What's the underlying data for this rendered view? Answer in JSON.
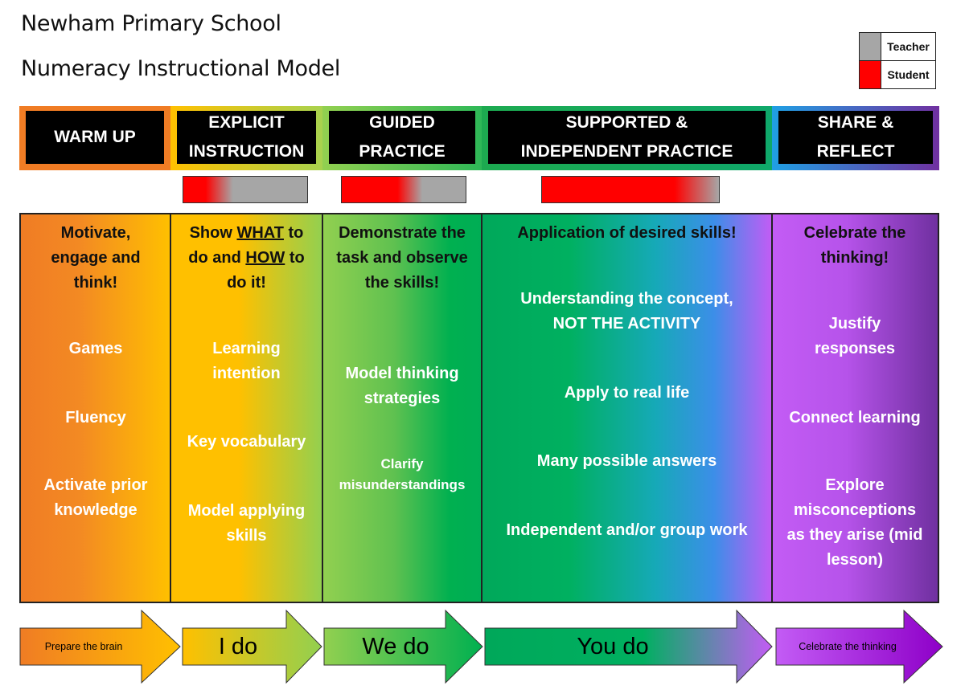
{
  "header": {
    "school": "Newham Primary School",
    "model": "Numeracy Instructional Model"
  },
  "legend": [
    {
      "label": "Teacher",
      "color": "#a6a6a6"
    },
    {
      "label": "Student",
      "color": "#ff0000"
    }
  ],
  "stages": [
    {
      "title": "WARM UP"
    },
    {
      "title": "EXPLICIT INSTRUCTION"
    },
    {
      "title": "GUIDED PRACTICE"
    },
    {
      "title": "SUPPORTED & INDEPENDENT PRACTICE"
    },
    {
      "title": "SHARE & REFLECT"
    }
  ],
  "columns": [
    {
      "items": [
        "Motivate, engage and think!",
        "Games",
        "Fluency",
        "Activate prior knowledge"
      ]
    },
    {
      "items": [
        "Show WHAT to do and HOW to do it!",
        "Learning intention",
        "Key vocabulary",
        "Model applying skills"
      ]
    },
    {
      "items": [
        "Demonstrate the task and observe the skills!",
        "Model thinking strategies",
        "Clarify misunderstandings"
      ]
    },
    {
      "items": [
        "Application of desired skills!",
        "Understanding the concept, NOT THE ACTIVITY",
        "Apply to real life",
        "Many possible answers",
        "Independent and/or group work"
      ]
    },
    {
      "items": [
        "Celebrate the thinking!",
        "Justify responses",
        "Connect learning",
        "Explore misconceptions as they arise (mid lesson)"
      ]
    }
  ],
  "arrows": [
    {
      "label": "Prepare the brain"
    },
    {
      "label": "I do"
    },
    {
      "label": "We do"
    },
    {
      "label": "You do"
    },
    {
      "label": "Celebrate the thinking"
    }
  ]
}
